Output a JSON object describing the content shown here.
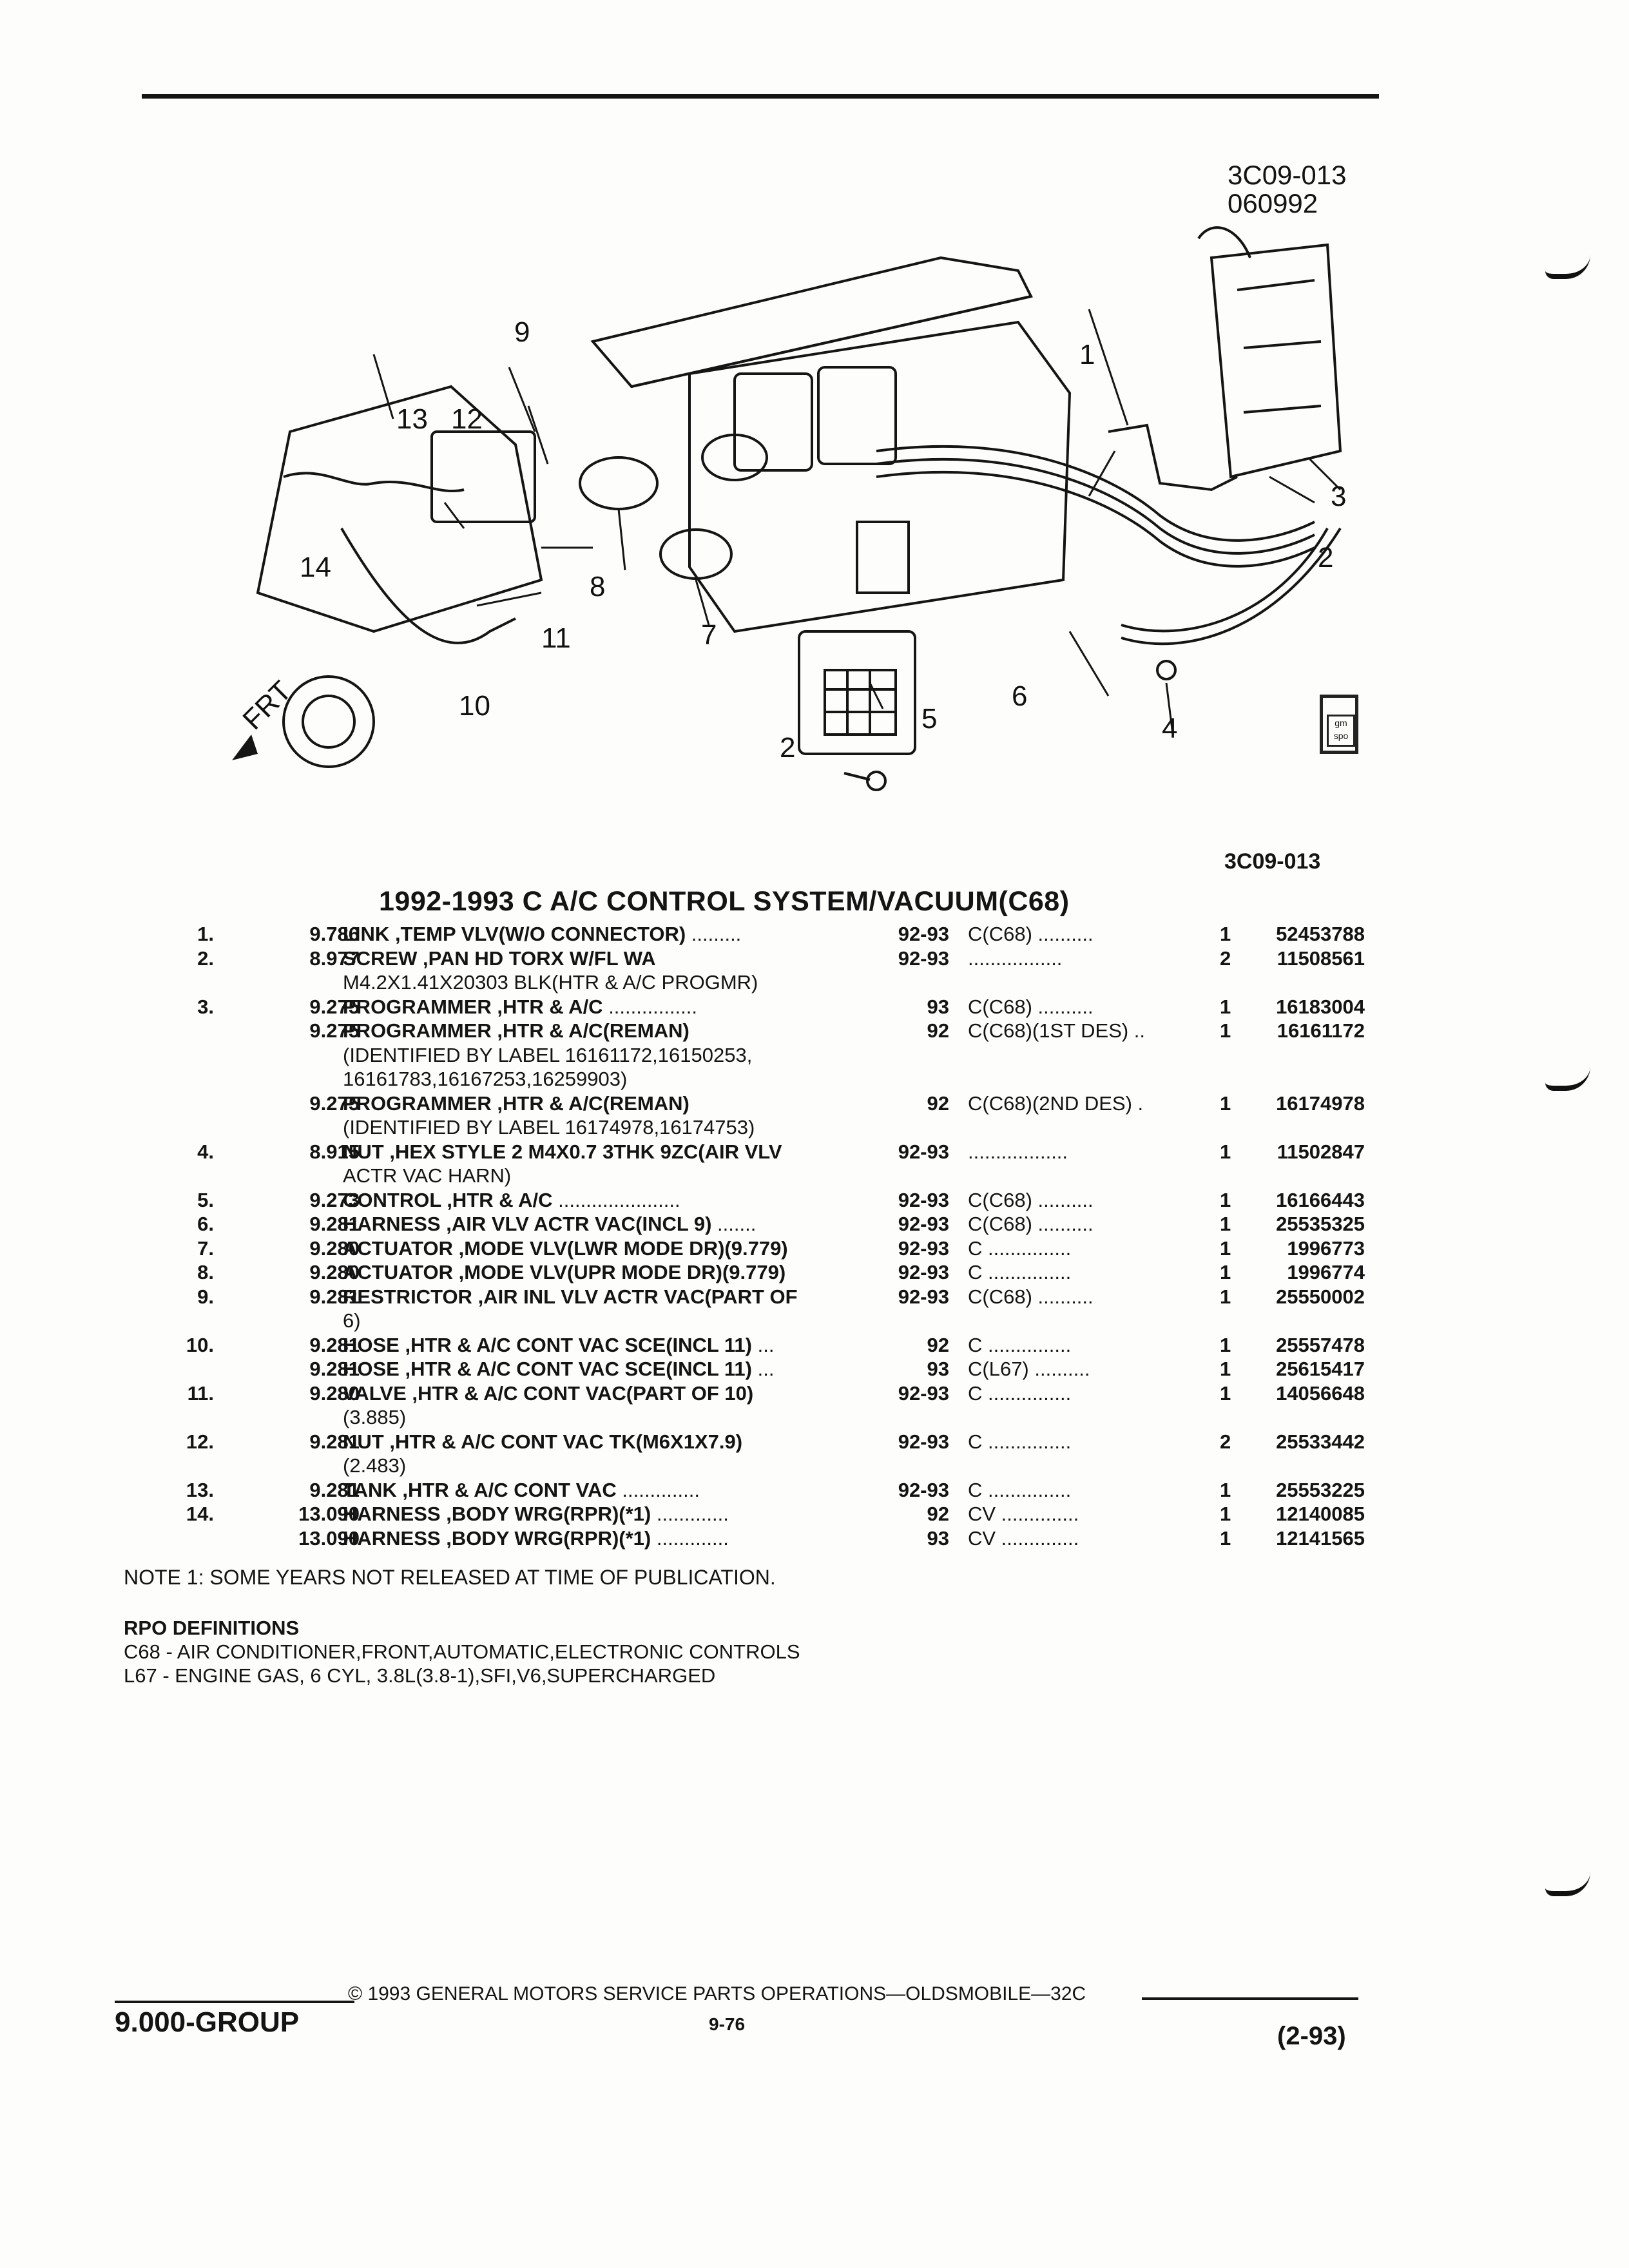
{
  "figure": {
    "id_top_line1": "3C09-013",
    "id_top_line2": "060992",
    "id_bottom": "3C09-013",
    "frt_label": "FRT",
    "logo_text": "gm spo",
    "callouts": [
      "1",
      "2",
      "3",
      "2",
      "4",
      "5",
      "6",
      "7",
      "8",
      "9",
      "10",
      "11",
      "12",
      "13",
      "14"
    ]
  },
  "title": "1992-1993 C A/C CONTROL SYSTEM/VACUUM(C68)",
  "rows": [
    {
      "num": "1.",
      "grp": "9.786",
      "name": "LINK",
      "desc": " ,TEMP VLV(W/O CONNECTOR)",
      "dots": " .........",
      "yr": "92-93",
      "code": "C(C68)  ..........",
      "qty": "1",
      "pn": "52453788"
    },
    {
      "num": "2.",
      "grp": "8.977",
      "name": "SCREW",
      "desc": " ,PAN HD TORX W/FL WA",
      "dots": "",
      "yr": "92-93",
      "code": ".................",
      "qty": "2",
      "pn": "11508561"
    },
    {
      "cont": "M4.2X1.41X20303 BLK(HTR & A/C PROGMR)"
    },
    {
      "num": "3.",
      "grp": "9.275",
      "name": "PROGRAMMER",
      "desc": " ,HTR & A/C",
      "dots": " ................",
      "yr": "93",
      "code": "C(C68)  ..........",
      "qty": "1",
      "pn": "16183004"
    },
    {
      "num": "",
      "grp": "9.275",
      "name": "PROGRAMMER",
      "desc": " ,HTR & A/C(REMAN)",
      "dots": "",
      "yr": "92",
      "code": "C(C68)(1ST DES) ..",
      "qty": "1",
      "pn": "16161172"
    },
    {
      "cont": "(IDENTIFIED BY LABEL 16161172,16150253,"
    },
    {
      "cont": "16161783,16167253,16259903)"
    },
    {
      "num": "",
      "grp": "9.275",
      "name": "PROGRAMMER",
      "desc": " ,HTR & A/C(REMAN)",
      "dots": "",
      "yr": "92",
      "code": "C(C68)(2ND DES)  .",
      "qty": "1",
      "pn": "16174978"
    },
    {
      "cont": "(IDENTIFIED BY LABEL 16174978,16174753)"
    },
    {
      "num": "4.",
      "grp": "8.915",
      "name": "NUT",
      "desc": " ,HEX STYLE 2 M4X0.7 3THK 9ZC(AIR VLV",
      "dots": "",
      "yr": "92-93",
      "code": "..................",
      "qty": "1",
      "pn": "11502847"
    },
    {
      "cont": "ACTR VAC HARN)"
    },
    {
      "num": "5.",
      "grp": "9.273",
      "name": "CONTROL",
      "desc": " ,HTR & A/C",
      "dots": " ......................",
      "yr": "92-93",
      "code": "C(C68)  ..........",
      "qty": "1",
      "pn": "16166443"
    },
    {
      "num": "6.",
      "grp": "9.281",
      "name": "HARNESS",
      "desc": " ,AIR VLV ACTR VAC(INCL 9)",
      "dots": " .......",
      "yr": "92-93",
      "code": "C(C68)  ..........",
      "qty": "1",
      "pn": "25535325"
    },
    {
      "num": "7.",
      "grp": "9.280",
      "name": "ACTUATOR",
      "desc": " ,MODE VLV(LWR MODE DR)(9.779)",
      "dots": "",
      "yr": "92-93",
      "code": "C  ...............",
      "qty": "1",
      "pn": "1996773"
    },
    {
      "num": "8.",
      "grp": "9.280",
      "name": "ACTUATOR",
      "desc": " ,MODE VLV(UPR MODE DR)(9.779)",
      "dots": "",
      "yr": "92-93",
      "code": "C  ...............",
      "qty": "1",
      "pn": "1996774"
    },
    {
      "num": "9.",
      "grp": "9.281",
      "name": "RESTRICTOR",
      "desc": " ,AIR INL VLV ACTR VAC(PART OF",
      "dots": "",
      "yr": "92-93",
      "code": "C(C68)  ..........",
      "qty": "1",
      "pn": "25550002"
    },
    {
      "cont": "6)"
    },
    {
      "num": "10.",
      "grp": "9.281",
      "name": "HOSE",
      "desc": " ,HTR & A/C CONT VAC SCE(INCL 11)",
      "dots": " ...",
      "yr": "92",
      "code": "C  ...............",
      "qty": "1",
      "pn": "25557478"
    },
    {
      "num": "",
      "grp": "9.281",
      "name": "HOSE",
      "desc": " ,HTR & A/C CONT VAC SCE(INCL 11)",
      "dots": " ...",
      "yr": "93",
      "code": "C(L67)  ..........",
      "qty": "1",
      "pn": "25615417"
    },
    {
      "num": "11.",
      "grp": "9.280",
      "name": "VALVE",
      "desc": " ,HTR & A/C CONT VAC(PART OF 10)",
      "dots": "",
      "yr": "92-93",
      "code": "C  ...............",
      "qty": "1",
      "pn": "14056648"
    },
    {
      "cont": "(3.885)"
    },
    {
      "num": "12.",
      "grp": "9.281",
      "name": "NUT",
      "desc": " ,HTR & A/C CONT VAC TK(M6X1X7.9)",
      "dots": "",
      "yr": "92-93",
      "code": "C  ...............",
      "qty": "2",
      "pn": "25533442"
    },
    {
      "cont": "(2.483)"
    },
    {
      "num": "13.",
      "grp": "9.281",
      "name": "TANK",
      "desc": " ,HTR & A/C CONT VAC",
      "dots": " ..............",
      "yr": "92-93",
      "code": "C  ...............",
      "qty": "1",
      "pn": "25553225"
    },
    {
      "num": "14.",
      "grp": "13.090",
      "name": "HARNESS",
      "desc": " ,BODY WRG(RPR)(*1)",
      "dots": " .............",
      "yr": "92",
      "code": "CV  ..............",
      "qty": "1",
      "pn": "12140085"
    },
    {
      "num": "",
      "grp": "13.090",
      "name": "HARNESS",
      "desc": " ,BODY WRG(RPR)(*1)",
      "dots": " .............",
      "yr": "93",
      "code": "CV  ..............",
      "qty": "1",
      "pn": "12141565"
    }
  ],
  "note": "NOTE  1:  SOME YEARS NOT RELEASED AT TIME OF PUBLICATION.",
  "rpo": {
    "header": "RPO DEFINITIONS",
    "lines": [
      "C68 - AIR CONDITIONER,FRONT,AUTOMATIC,ELECTRONIC CONTROLS",
      "L67 - ENGINE GAS, 6 CYL, 3.8L(3.8-1),SFI,V6,SUPERCHARGED"
    ]
  },
  "footer": {
    "group": "9.000-GROUP",
    "copyright": "©  1993  GENERAL MOTORS SERVICE PARTS OPERATIONS—OLDSMOBILE—32C",
    "page": "9-76",
    "date": "(2-93)"
  }
}
